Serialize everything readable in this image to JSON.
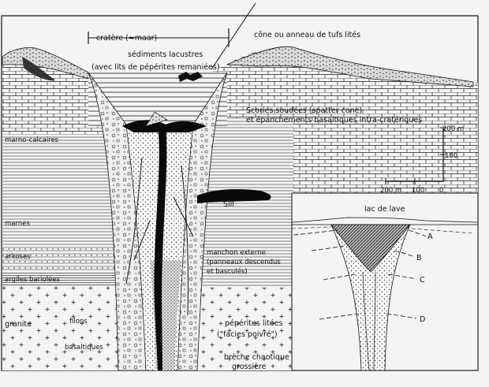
{
  "labels": {
    "cratere": "cratère (≈maar)",
    "sediments": "sédiments lacustres",
    "peperites_remaniees": "(avec lits de pépérites remaniées)",
    "cone": "cône ou anneau de tufs lités",
    "scories_1": "Scories soudées (spatter cone)",
    "scories_2": "et épanchements basaltiques intra-cratériques",
    "marno_calcaires": "marno-calcaires",
    "marnes": "marnes",
    "sill": "Sill",
    "arkoses": "arkoses",
    "argiles": "argiles bariolées",
    "granite": "granite",
    "filons_1": "filons",
    "filons_2": "basaltiques",
    "manchon_1": "manchon externe",
    "manchon_2": "(panneaux descendus",
    "manchon_3": "et basculés)",
    "peperites_1": "pépérites litées",
    "peperites_2": "(\"facies poivré\")",
    "breche_1": "brèche chaotique",
    "breche_2": "grossière",
    "lac": "lac de lave",
    "A": "A",
    "B": "B",
    "C": "C",
    "D": "D"
  },
  "scale": {
    "v_top": "200 m",
    "v_mid": "100",
    "h_left": "200 m",
    "h_mid": "100",
    "zero": "0"
  },
  "colors": {
    "ink": "#111111",
    "paper": "#f4f4f1",
    "lava": "#0a0a0a"
  }
}
